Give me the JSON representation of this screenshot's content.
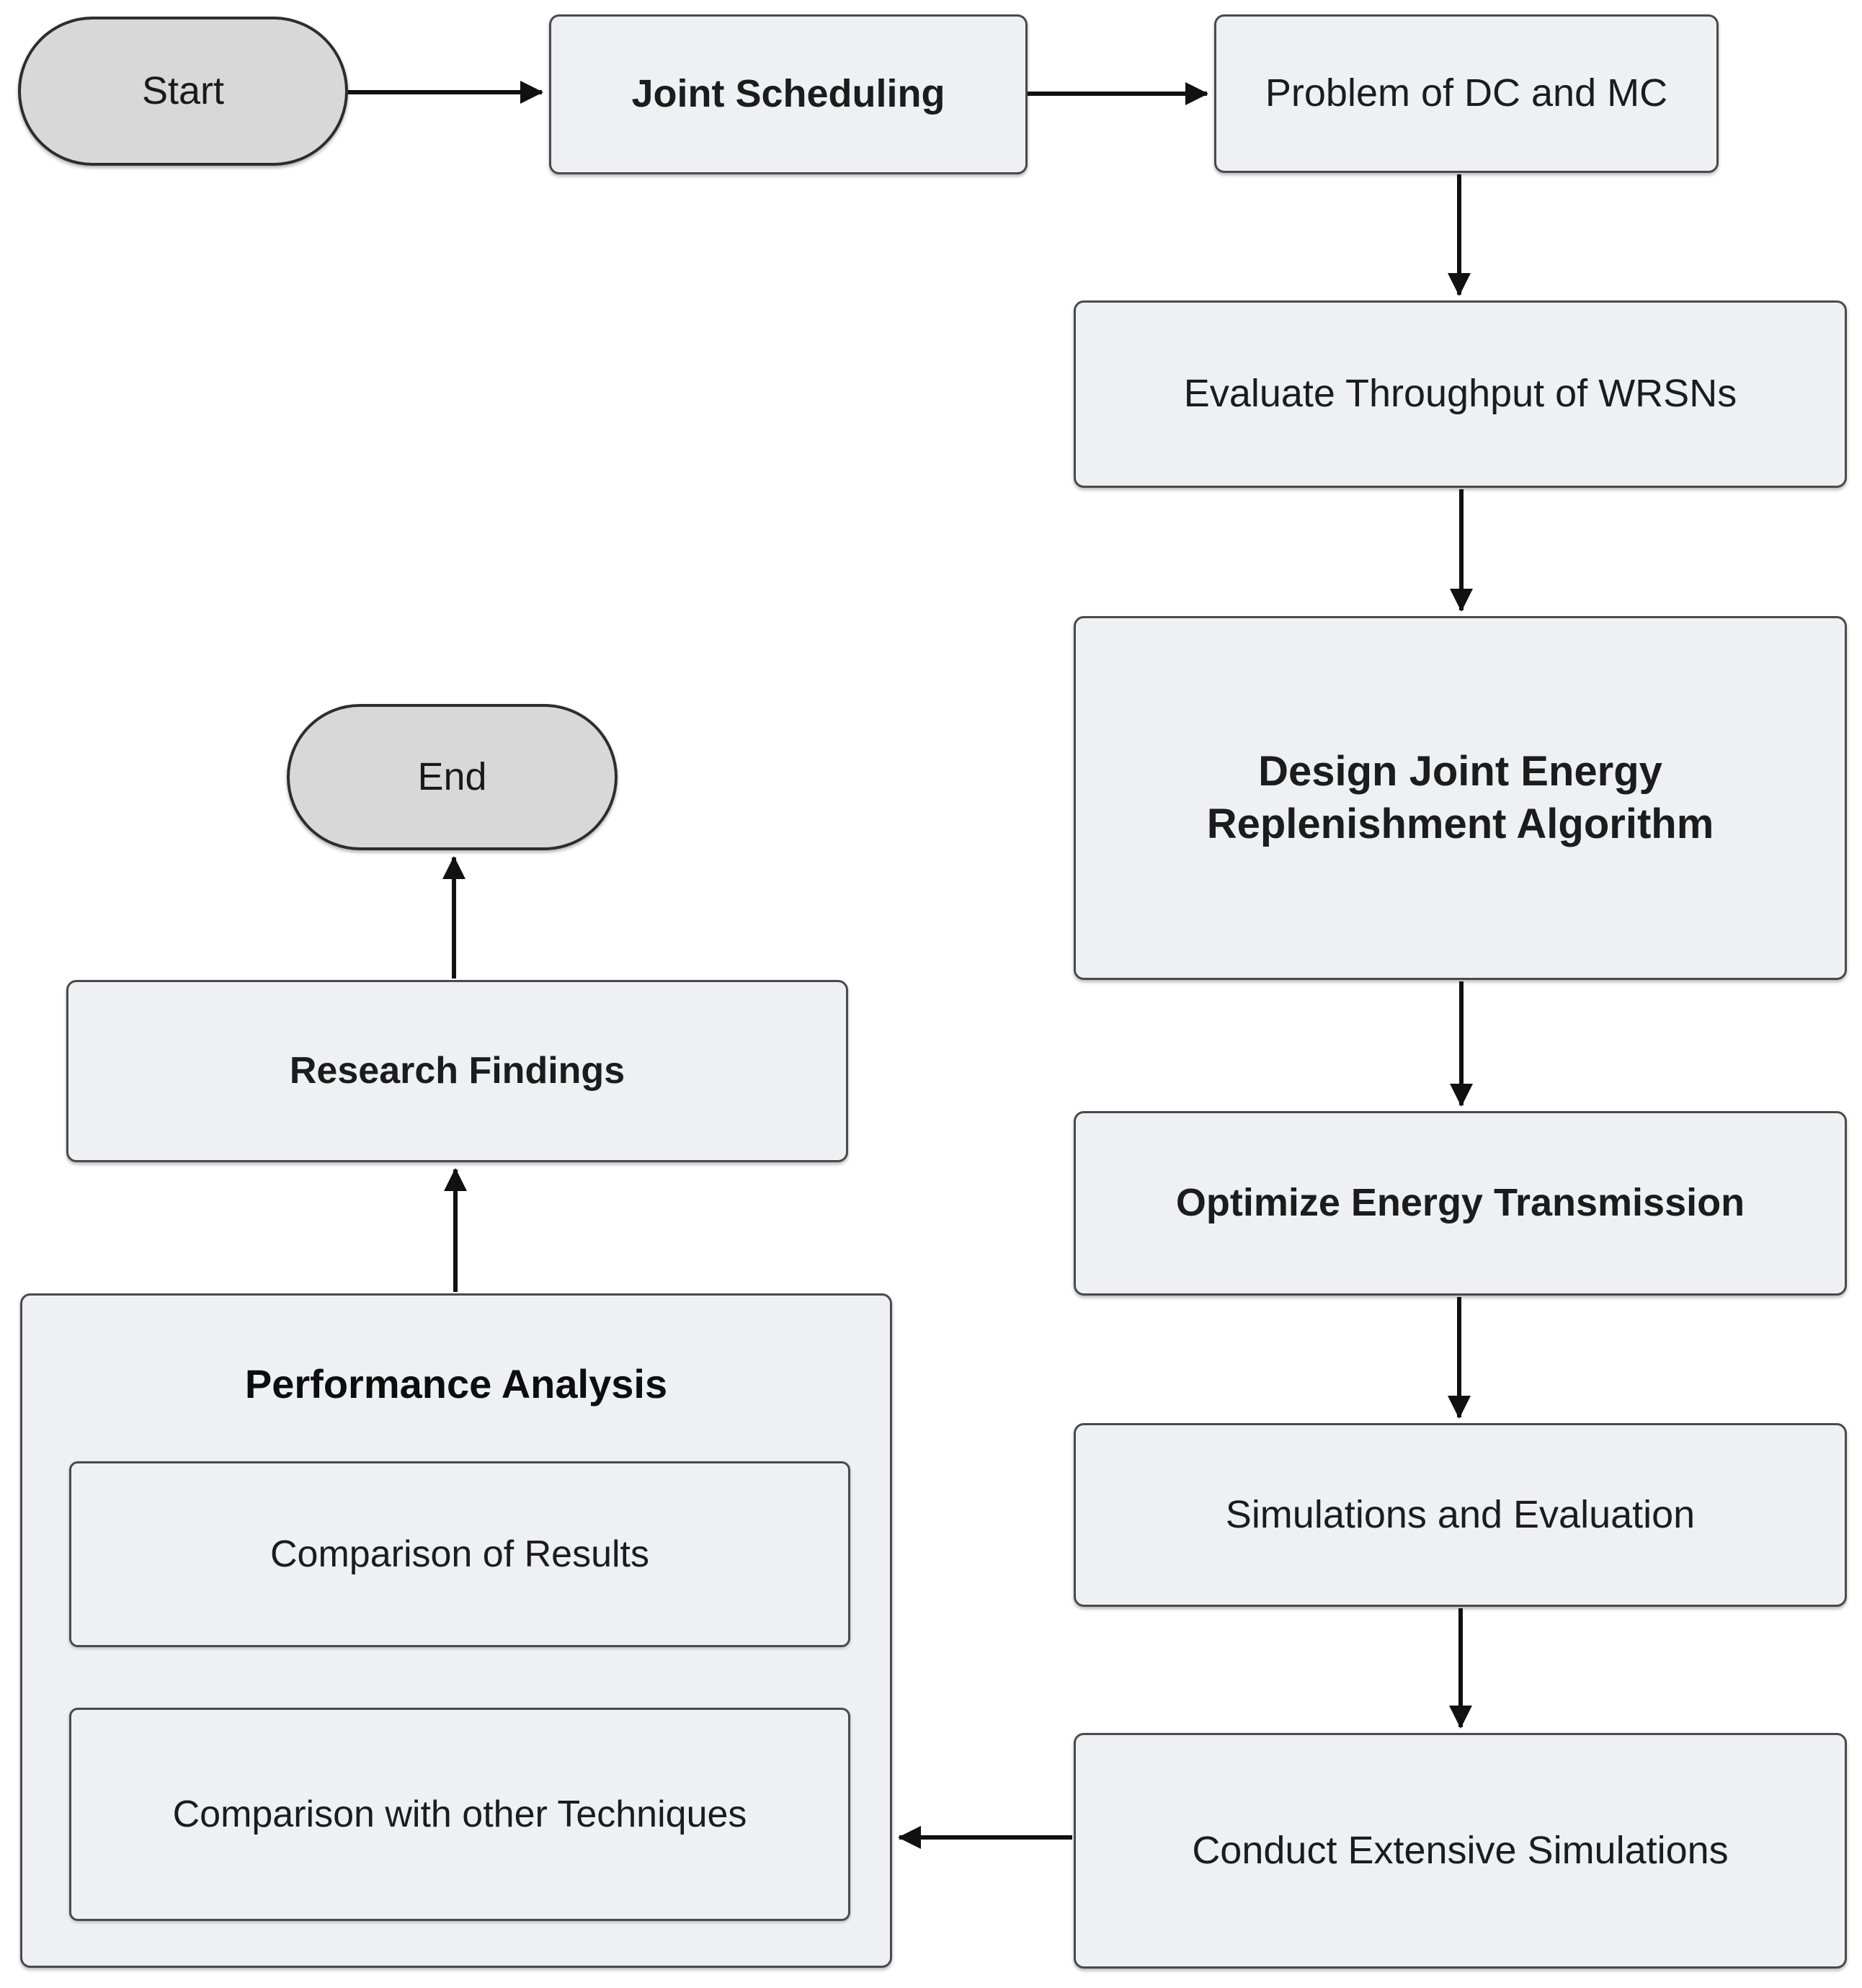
{
  "diagram": {
    "type": "flowchart",
    "background": "#ffffff",
    "colors": {
      "process_fill": "#eff0f4",
      "terminator_fill": "#d8d8d8",
      "border": "#4a4a4a",
      "arrow": "#111111",
      "text": "#1c1c1c"
    },
    "nodes": {
      "start": {
        "label": "Start",
        "shape": "terminator"
      },
      "joint_scheduling": {
        "label": "Joint Scheduling",
        "shape": "process",
        "emphasis": "bold"
      },
      "problem_dc_mc": {
        "label": "Problem of DC and MC",
        "shape": "process"
      },
      "evaluate_throughput": {
        "label": "Evaluate Throughput of WRSNs",
        "shape": "process"
      },
      "design_algorithm": {
        "label": "Design Joint Energy Replenishment Algorithm",
        "shape": "process",
        "emphasis": "bold"
      },
      "optimize_energy": {
        "label": "Optimize Energy Transmission",
        "shape": "process",
        "emphasis": "bold"
      },
      "simulations_evaluation": {
        "label": "Simulations and Evaluation",
        "shape": "process"
      },
      "conduct_simulations": {
        "label": "Conduct Extensive Simulations",
        "shape": "process"
      },
      "performance_analysis": {
        "label": "Performance Analysis",
        "shape": "container",
        "emphasis": "bold"
      },
      "comparison_results": {
        "label": "Comparison of Results",
        "shape": "process",
        "parent": "performance_analysis"
      },
      "comparison_techniques": {
        "label": "Comparison with other Techniques",
        "shape": "process",
        "parent": "performance_analysis"
      },
      "research_findings": {
        "label": "Research Findings",
        "shape": "process",
        "emphasis": "bold"
      },
      "end": {
        "label": "End",
        "shape": "terminator"
      }
    },
    "edges": [
      {
        "from": "start",
        "to": "joint_scheduling",
        "direction": "right"
      },
      {
        "from": "joint_scheduling",
        "to": "problem_dc_mc",
        "direction": "right"
      },
      {
        "from": "problem_dc_mc",
        "to": "evaluate_throughput",
        "direction": "down"
      },
      {
        "from": "evaluate_throughput",
        "to": "design_algorithm",
        "direction": "down"
      },
      {
        "from": "design_algorithm",
        "to": "optimize_energy",
        "direction": "down"
      },
      {
        "from": "optimize_energy",
        "to": "simulations_evaluation",
        "direction": "down"
      },
      {
        "from": "simulations_evaluation",
        "to": "conduct_simulations",
        "direction": "down"
      },
      {
        "from": "conduct_simulations",
        "to": "performance_analysis",
        "direction": "left"
      },
      {
        "from": "performance_analysis",
        "to": "research_findings",
        "direction": "up"
      },
      {
        "from": "research_findings",
        "to": "end",
        "direction": "up"
      }
    ]
  }
}
